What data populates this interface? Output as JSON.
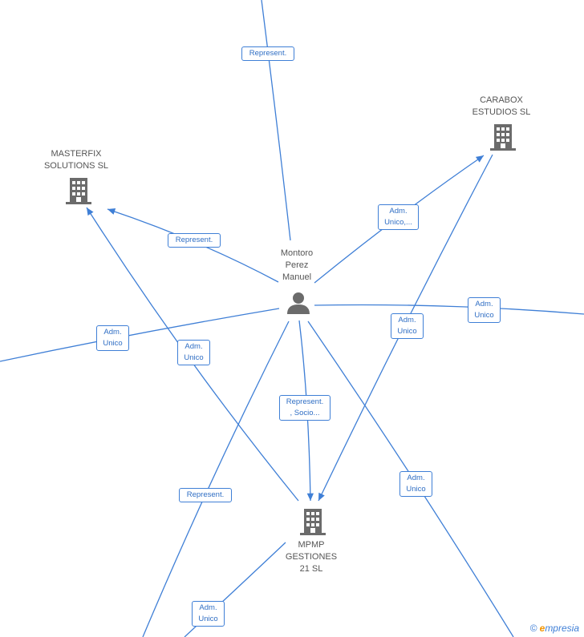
{
  "nodes": {
    "masterfix": {
      "label": "MASTERFIX\nSOLUTIONS  SL",
      "kind": "company"
    },
    "carabox": {
      "label": "CARABOX\nESTUDIOS SL",
      "kind": "company"
    },
    "montoro": {
      "label": "Montoro\nPerez\nManuel",
      "kind": "person"
    },
    "mpmp": {
      "label": "MPMP\nGESTIONES\n21  SL",
      "kind": "company"
    }
  },
  "edge_labels": {
    "top_represent": "Represent.",
    "masterfix_represent": "Represent.",
    "carabox_adm": "Adm.\nUnico,...",
    "left_adm": "Adm.\nUnico",
    "masterfix_adm": "Adm.\nUnico",
    "carabox_mpmp_adm": "Adm.\nUnico",
    "right_adm": "Adm.\nUnico",
    "mpmp_represent_socio": "Represent.\n, Socio...",
    "bottom_right_adm": "Adm.\nUnico",
    "bottom_left_represent": "Represent.",
    "bottom_adm": "Adm.\nUnico"
  },
  "brand": {
    "copyright": "©",
    "e": "e",
    "name": "mpresia"
  },
  "colors": {
    "edge": "#3f7fd6",
    "icon": "#6b6b6b",
    "brand_accent": "#f29400"
  }
}
